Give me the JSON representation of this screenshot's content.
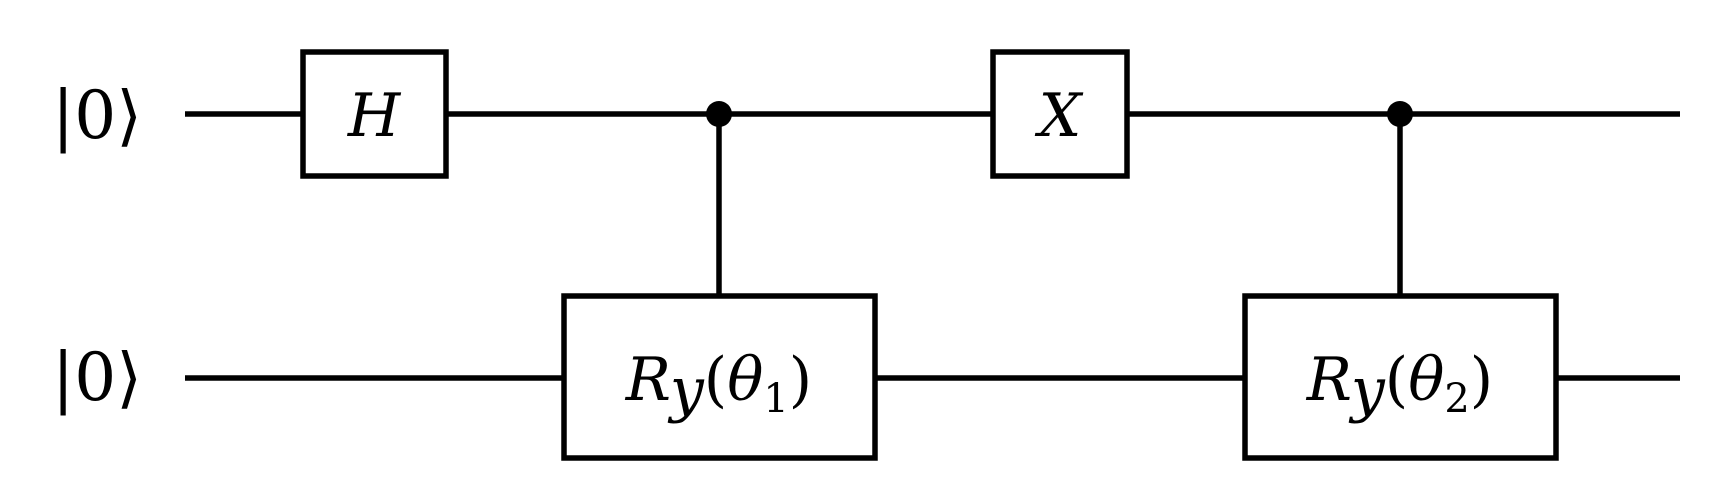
{
  "qubits": [
    {
      "ket": {
        "bar": "|",
        "value": "0",
        "angle": "⟩"
      }
    },
    {
      "ket": {
        "bar": "|",
        "value": "0",
        "angle": "⟩"
      }
    }
  ],
  "gates": {
    "h": {
      "label": "H"
    },
    "x": {
      "label": "X"
    },
    "ry1": {
      "letter": "R",
      "sub": "y",
      "open": "(",
      "theta": "θ",
      "index": "1",
      "close": ")"
    },
    "ry2": {
      "letter": "R",
      "sub": "y",
      "open": "(",
      "theta": "θ",
      "index": "2",
      "close": ")"
    }
  }
}
